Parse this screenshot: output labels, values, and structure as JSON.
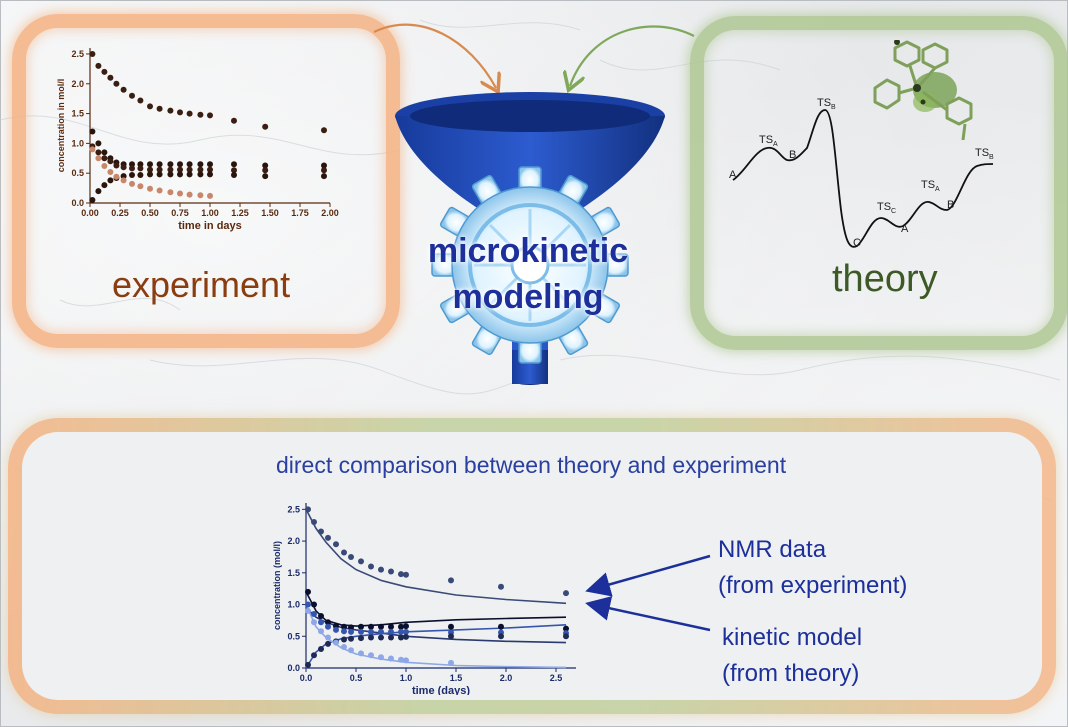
{
  "experiment_panel": {
    "label": "experiment"
  },
  "theory_panel": {
    "label": "theory",
    "states": [
      "A",
      "TS",
      "A",
      "B",
      "TS",
      "B",
      "C",
      "TS",
      "C",
      "A",
      "TS",
      "A",
      "B",
      "TS",
      "B"
    ]
  },
  "center": {
    "line1": "microkinetic",
    "line2": "modeling"
  },
  "bottom_panel": {
    "title": "direct comparison between theory and experiment",
    "nmr_line1": "NMR data",
    "nmr_line2": "(from experiment)",
    "kin_line1": "kinetic model",
    "kin_line2": "(from theory)"
  },
  "colors": {
    "experiment": "#8a3d10",
    "theory": "#3d5a26",
    "funnel": "#1a3fa5",
    "text_blue": "#1c2f9a",
    "arrow_orange": "#d98a4f",
    "arrow_green": "#7fa85a"
  },
  "chart_data": [
    {
      "type": "scatter",
      "xlabel": "time in days",
      "ylabel": "concentration in mol/l",
      "xlim": [
        0,
        2
      ],
      "ylim": [
        0,
        2.6
      ],
      "xticks": [
        "0.00",
        "0.25",
        "0.50",
        "0.75",
        "1.00",
        "1.25",
        "1.50",
        "1.75",
        "2.00"
      ],
      "yticks": [
        "0.0",
        "0.5",
        "1.0",
        "1.5",
        "2.0",
        "2.5"
      ],
      "series": [
        {
          "x": [
            0.02,
            0.07,
            0.12,
            0.17,
            0.22,
            0.28,
            0.35,
            0.42,
            0.5,
            0.58,
            0.67,
            0.75,
            0.83,
            0.92,
            1.0,
            1.2,
            1.46,
            1.95
          ],
          "y": [
            2.5,
            2.3,
            2.2,
            2.1,
            2.0,
            1.9,
            1.8,
            1.72,
            1.62,
            1.58,
            1.55,
            1.52,
            1.5,
            1.48,
            1.47,
            1.38,
            1.28,
            1.22
          ]
        },
        {
          "x": [
            0.02,
            0.07,
            0.12,
            0.17,
            0.22,
            0.28,
            0.35,
            0.42,
            0.5,
            0.58,
            0.67,
            0.75,
            0.83,
            0.92,
            1.0,
            1.2,
            1.46,
            1.95
          ],
          "y": [
            1.2,
            1.0,
            0.85,
            0.75,
            0.68,
            0.65,
            0.65,
            0.65,
            0.65,
            0.65,
            0.65,
            0.65,
            0.65,
            0.65,
            0.65,
            0.65,
            0.63,
            0.63
          ]
        },
        {
          "x": [
            0.02,
            0.07,
            0.12,
            0.17,
            0.22,
            0.28,
            0.35,
            0.42,
            0.5,
            0.58,
            0.67,
            0.75,
            0.83,
            0.92,
            1.0,
            1.2,
            1.46,
            1.95
          ],
          "y": [
            0.95,
            0.85,
            0.75,
            0.7,
            0.63,
            0.6,
            0.58,
            0.58,
            0.56,
            0.56,
            0.56,
            0.56,
            0.56,
            0.56,
            0.56,
            0.55,
            0.55,
            0.55
          ]
        },
        {
          "x": [
            0.02,
            0.07,
            0.12,
            0.17,
            0.22,
            0.28,
            0.35,
            0.42,
            0.5,
            0.58,
            0.67,
            0.75,
            0.83,
            0.92,
            1.0,
            1.2,
            1.46,
            1.95
          ],
          "y": [
            0.05,
            0.2,
            0.3,
            0.38,
            0.42,
            0.45,
            0.47,
            0.47,
            0.48,
            0.48,
            0.48,
            0.48,
            0.48,
            0.48,
            0.48,
            0.47,
            0.45,
            0.45
          ]
        },
        {
          "x": [
            0.02,
            0.07,
            0.12,
            0.17,
            0.22,
            0.28,
            0.35,
            0.42,
            0.5,
            0.58,
            0.67,
            0.75,
            0.83,
            0.92,
            1.0
          ],
          "y": [
            0.9,
            0.75,
            0.62,
            0.52,
            0.44,
            0.38,
            0.32,
            0.28,
            0.24,
            0.21,
            0.18,
            0.16,
            0.14,
            0.13,
            0.12
          ]
        }
      ]
    },
    {
      "type": "line",
      "xlabel": "time (days)",
      "ylabel": "concentration (mol/l)",
      "xlim": [
        0,
        2.7
      ],
      "ylim": [
        0,
        2.6
      ],
      "xticks": [
        "0.0",
        "0.5",
        "1.0",
        "1.5",
        "2.0",
        "2.5"
      ],
      "yticks": [
        "0.0",
        "0.5",
        "1.0",
        "1.5",
        "2.0",
        "2.5"
      ],
      "points": [
        {
          "x": [
            0.02,
            0.08,
            0.15,
            0.22,
            0.3,
            0.38,
            0.45,
            0.55,
            0.65,
            0.75,
            0.85,
            0.95,
            1.0,
            1.45,
            1.95,
            2.6
          ],
          "y": [
            2.5,
            2.3,
            2.15,
            2.05,
            1.95,
            1.82,
            1.75,
            1.68,
            1.6,
            1.55,
            1.52,
            1.48,
            1.47,
            1.38,
            1.28,
            1.18
          ],
          "color": "#3a4a78"
        },
        {
          "x": [
            0.02,
            0.08,
            0.15,
            0.22,
            0.3,
            0.38,
            0.45,
            0.55,
            0.65,
            0.75,
            0.85,
            0.95,
            1.0,
            1.45,
            1.95,
            2.6
          ],
          "y": [
            1.2,
            1.0,
            0.82,
            0.72,
            0.66,
            0.65,
            0.64,
            0.65,
            0.65,
            0.65,
            0.65,
            0.65,
            0.66,
            0.65,
            0.65,
            0.62
          ],
          "color": "#0a0f2e"
        },
        {
          "x": [
            0.02,
            0.08,
            0.15,
            0.22,
            0.3,
            0.38,
            0.45,
            0.55,
            0.65,
            0.75,
            0.85,
            0.95,
            1.0,
            1.45,
            1.95,
            2.6
          ],
          "y": [
            1.0,
            0.85,
            0.72,
            0.65,
            0.6,
            0.58,
            0.57,
            0.57,
            0.57,
            0.57,
            0.57,
            0.57,
            0.57,
            0.56,
            0.56,
            0.55
          ],
          "color": "#3556b0"
        },
        {
          "x": [
            0.02,
            0.08,
            0.15,
            0.22,
            0.3,
            0.38,
            0.45,
            0.55,
            0.65,
            0.75,
            0.85,
            0.95,
            1.0,
            1.45,
            1.95,
            2.6
          ],
          "y": [
            0.05,
            0.2,
            0.3,
            0.38,
            0.42,
            0.45,
            0.46,
            0.47,
            0.48,
            0.48,
            0.48,
            0.48,
            0.49,
            0.5,
            0.5,
            0.5
          ],
          "color": "#1f2a52"
        },
        {
          "x": [
            0.02,
            0.08,
            0.15,
            0.22,
            0.3,
            0.38,
            0.45,
            0.55,
            0.65,
            0.75,
            0.85,
            0.95,
            1.0,
            1.45
          ],
          "y": [
            0.9,
            0.72,
            0.58,
            0.48,
            0.4,
            0.33,
            0.28,
            0.23,
            0.2,
            0.17,
            0.15,
            0.13,
            0.12,
            0.08
          ],
          "color": "#8da7e8"
        }
      ],
      "curves": [
        {
          "x": [
            0,
            0.1,
            0.2,
            0.35,
            0.5,
            0.75,
            1.0,
            1.5,
            2.0,
            2.6
          ],
          "y": [
            2.5,
            2.2,
            1.98,
            1.72,
            1.55,
            1.38,
            1.28,
            1.15,
            1.08,
            1.02
          ],
          "color": "#3a4a78"
        },
        {
          "x": [
            0,
            0.1,
            0.2,
            0.35,
            0.5,
            0.75,
            1.0,
            1.5,
            2.0,
            2.6
          ],
          "y": [
            1.2,
            0.9,
            0.75,
            0.68,
            0.66,
            0.68,
            0.72,
            0.76,
            0.78,
            0.8
          ],
          "color": "#0a0f2e"
        },
        {
          "x": [
            0,
            0.1,
            0.2,
            0.35,
            0.5,
            0.75,
            1.0,
            1.5,
            2.0,
            2.6
          ],
          "y": [
            0.95,
            0.8,
            0.72,
            0.64,
            0.6,
            0.55,
            0.5,
            0.45,
            0.42,
            0.4
          ],
          "color": "#2a3a70"
        },
        {
          "x": [
            0,
            0.1,
            0.2,
            0.35,
            0.5,
            0.75,
            1.0,
            1.5,
            2.0,
            2.6
          ],
          "y": [
            0.0,
            0.25,
            0.38,
            0.46,
            0.5,
            0.54,
            0.57,
            0.6,
            0.63,
            0.68
          ],
          "color": "#3556b0"
        },
        {
          "x": [
            0,
            0.1,
            0.2,
            0.35,
            0.5,
            0.75,
            1.0,
            1.5,
            2.0,
            2.6
          ],
          "y": [
            1.0,
            0.65,
            0.48,
            0.32,
            0.22,
            0.14,
            0.09,
            0.04,
            0.02,
            0.01
          ],
          "color": "#8da7e8"
        }
      ]
    }
  ]
}
